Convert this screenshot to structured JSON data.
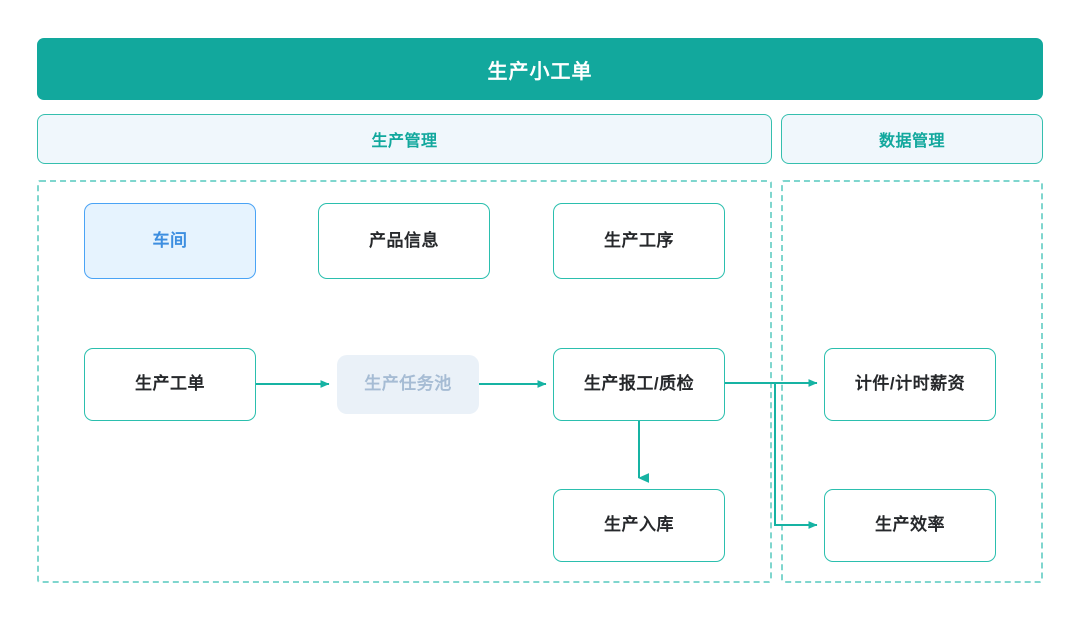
{
  "header": {
    "title": "生产小工单"
  },
  "sections": [
    {
      "id": "production",
      "label": "生产管理"
    },
    {
      "id": "data",
      "label": "数据管理"
    }
  ],
  "nodes": {
    "workshop": {
      "label": "车间",
      "style": "blue"
    },
    "product_info": {
      "label": "产品信息",
      "style": "outline"
    },
    "process": {
      "label": "生产工序",
      "style": "outline"
    },
    "work_order": {
      "label": "生产工单",
      "style": "outline"
    },
    "task_pool": {
      "label": "生产任务池",
      "style": "ghost"
    },
    "report_qc": {
      "label": "生产报工/质检",
      "style": "outline"
    },
    "warehousing": {
      "label": "生产入库",
      "style": "outline"
    },
    "salary": {
      "label": "计件/计时薪资",
      "style": "outline"
    },
    "efficiency": {
      "label": "生产效率",
      "style": "outline"
    }
  },
  "flows": [
    {
      "from": "work_order",
      "to": "task_pool"
    },
    {
      "from": "task_pool",
      "to": "report_qc"
    },
    {
      "from": "report_qc",
      "to": "warehousing"
    },
    {
      "from": "report_qc",
      "to": "salary"
    },
    {
      "from": "report_qc",
      "to": "efficiency"
    }
  ],
  "colors": {
    "header_bg": "#12a89d",
    "header_text": "#ffffff",
    "section_bg": "#f0f7fc",
    "section_border": "#35bfae",
    "section_text": "#12a89d",
    "panel_dash": "#7fd6ce",
    "node_border": "#2bbfae",
    "node_text": "#26282b",
    "node_bg": "#ffffff",
    "highlight_bg": "#e6f3fe",
    "highlight_border": "#4aa3f5",
    "highlight_text": "#3d8ee0",
    "ghost_bg": "#eaf1f8",
    "ghost_text": "#a6bcd4",
    "connector": "#16b3a3",
    "page_bg": "#ffffff"
  }
}
